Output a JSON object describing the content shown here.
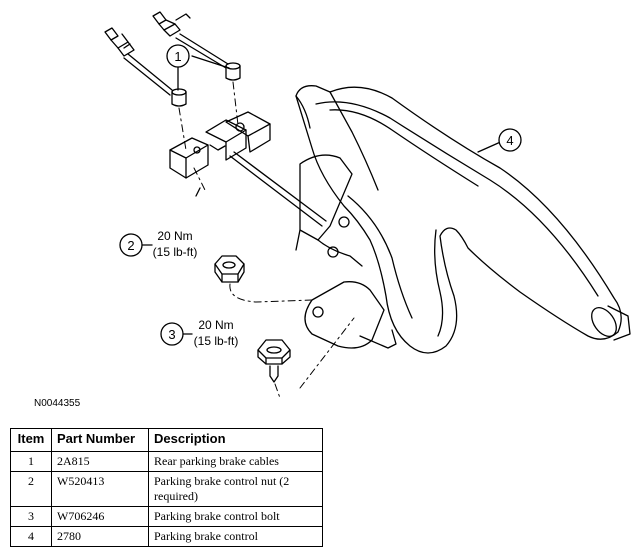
{
  "diagram": {
    "callouts": [
      {
        "number": "1"
      },
      {
        "number": "2",
        "torque_nm": "20 Nm",
        "torque_lbft": "(15 lb-ft)"
      },
      {
        "number": "3",
        "torque_nm": "20 Nm",
        "torque_lbft": "(15 lb-ft)"
      },
      {
        "number": "4"
      }
    ],
    "figure_id": "N0044355"
  },
  "table": {
    "headers": {
      "item": "Item",
      "part_number": "Part Number",
      "description": "Description"
    },
    "rows": [
      {
        "item": "1",
        "part_number": "2A815",
        "description": "Rear parking brake cables"
      },
      {
        "item": "2",
        "part_number": "W520413",
        "description": "Parking brake control nut (2 required)"
      },
      {
        "item": "3",
        "part_number": "W706246",
        "description": "Parking brake control bolt"
      },
      {
        "item": "4",
        "part_number": "2780",
        "description": "Parking brake control"
      }
    ]
  },
  "colors": {
    "line": "#000000",
    "background": "#ffffff"
  }
}
